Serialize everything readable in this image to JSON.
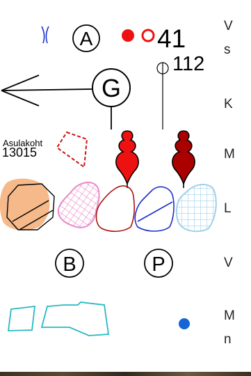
{
  "legend": {
    "label_a": "A",
    "label_g": "G",
    "label_b": "B",
    "label_p": "P",
    "count_41": "41",
    "count_112": "112",
    "asulakoht_label": "Asulakoht",
    "asulakoht_number": "13015",
    "text_col": [
      "V",
      "s",
      "K",
      "M",
      "L",
      "V",
      "M",
      "n"
    ]
  },
  "colors": {
    "red": "#ee1111",
    "dark_red": "#aa0000",
    "blue": "#1a2fcc",
    "pink": "#e98ac8",
    "light_blue": "#9fd0ea",
    "cyan": "#25b9c2",
    "orange": "#f5b98a",
    "marker_blue": "#1565d8"
  }
}
